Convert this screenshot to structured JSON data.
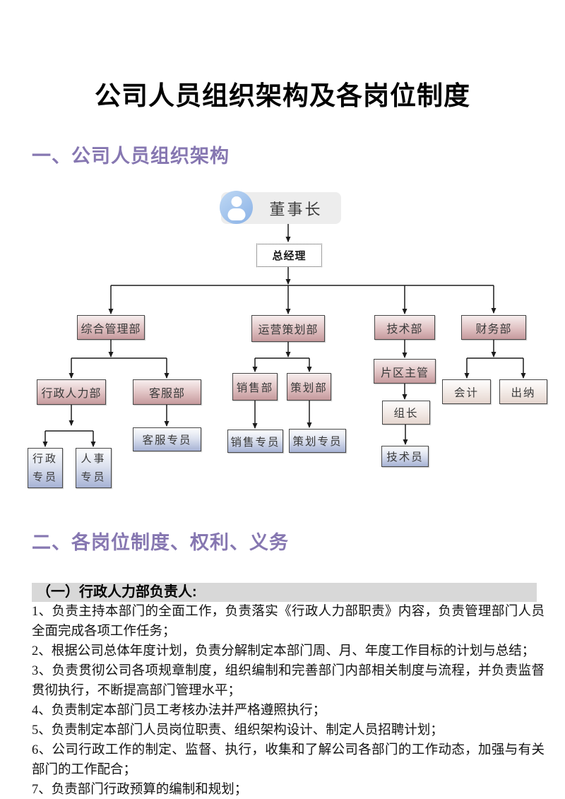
{
  "page_title": "公司人员组织架构及各岗位制度",
  "section1": {
    "heading": "一、公司人员组织架构"
  },
  "org_chart": {
    "chairman": {
      "label": "董事长",
      "icon": "person-avatar"
    },
    "general_manager": {
      "label": "总经理"
    },
    "departments": {
      "comprehensive_management": "综合管理部",
      "operations_planning": "运营策划部",
      "technology": "技术部",
      "finance": "财务部"
    },
    "positions": {
      "admin_hr": "行政人力部",
      "customer_service_dept": "客服部",
      "sales_dept": "销售部",
      "planning_dept": "策划部",
      "area_supervisor": "片区主管",
      "accountant": "会计",
      "cashier": "出纳",
      "team_leader": "组长",
      "admin_specialist": "行政专员",
      "hr_specialist": "人事专员",
      "customer_service_specialist": "客服专员",
      "sales_specialist": "销售专员",
      "planning_specialist": "策划专员",
      "technician": "技术员"
    }
  },
  "section2": {
    "heading": "二、各岗位制度、权利、义务",
    "subsection_title": "（一）行政人力部负责人:",
    "items": [
      "1、负责主持本部门的全面工作，负责落实《行政人力部职责》内容，负责管理部门人员全面完成各项工作任务；",
      "2、根据公司总体年度计划，负责分解制定本部门周、月、年度工作目标的计划与总结；",
      "3、负责贯彻公司各项规章制度，组织编制和完善部门内部相关制度与流程，并负责监督贯彻执行，不断提高部门管理水平；",
      "4、负责制定本部门员工考核办法并严格遵照执行；",
      "5、负责制定本部门人员岗位职责、组织架构设计、制定人员招聘计划；",
      "6、公司行政工作的制定、监督、执行，收集和了解公司各部门的工作动态，加强与有关部门的工作配合；",
      "7、负责部门行政预算的编制和规划；"
    ]
  },
  "colors": {
    "heading_purple": "#8677b1",
    "dept_box_pink": "#c69a9d",
    "specialist_box_blue": "#a7b3d5",
    "light_box_cream": "#e5d6cf",
    "avatar_blue": "#8fb5e7",
    "subsection_bar_gray": "#d8d8d8",
    "connector": "#1c1c1c"
  }
}
